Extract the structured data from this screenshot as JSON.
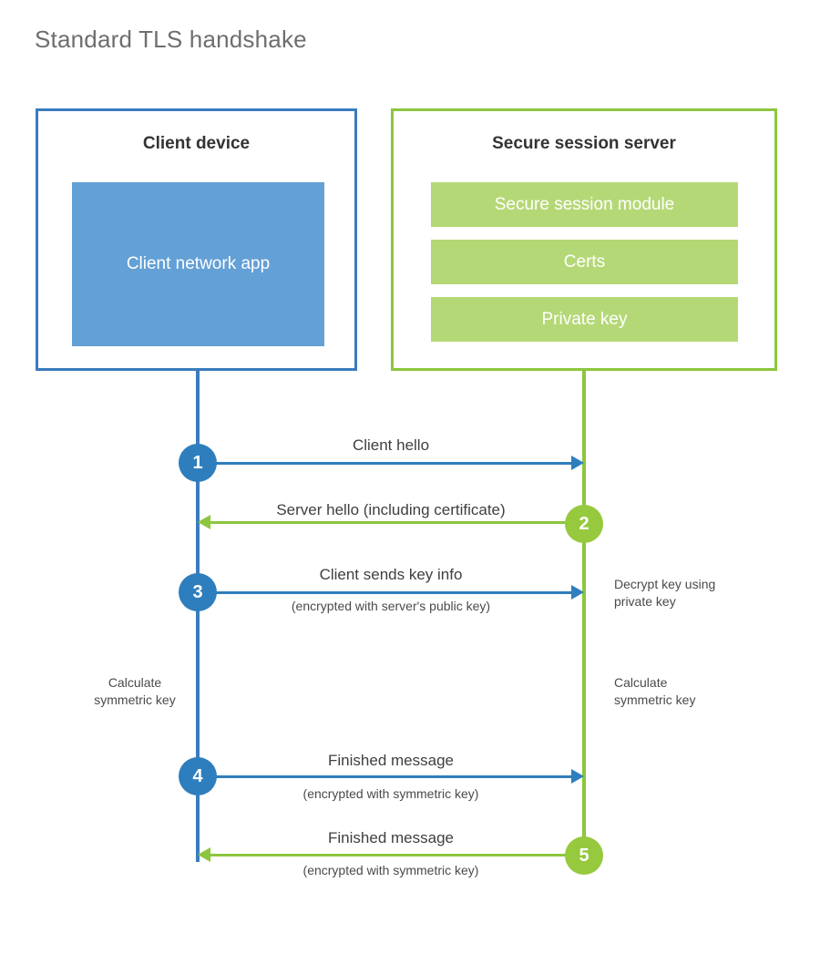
{
  "title": "Standard TLS handshake",
  "colors": {
    "client_border": "#3a7cbe",
    "client_fill": "#63a0d6",
    "client_accent": "#2e7ebd",
    "server_border": "#8cc63e",
    "server_fill": "#b5d877",
    "server_accent": "#96c93d",
    "title_text": "#6e6e6e",
    "body_text": "#3f3f3f",
    "background": "#ffffff"
  },
  "client": {
    "title": "Client device",
    "app_label": "Client network app"
  },
  "server": {
    "title": "Secure session server",
    "components": [
      {
        "label": "Secure session module"
      },
      {
        "label": "Certs"
      },
      {
        "label": "Private key"
      }
    ]
  },
  "steps": [
    {
      "number": "1",
      "label": "Client hello",
      "sublabel": "",
      "direction": "client-to-server",
      "side": "client"
    },
    {
      "number": "2",
      "label": "Server hello (including certificate)",
      "sublabel": "",
      "direction": "server-to-client",
      "side": "server"
    },
    {
      "number": "3",
      "label": "Client sends key info",
      "sublabel": "(encrypted with server's public key)",
      "direction": "client-to-server",
      "side": "client"
    },
    {
      "number": "4",
      "label": "Finished message",
      "sublabel": "(encrypted with symmetric key)",
      "direction": "client-to-server",
      "side": "client"
    },
    {
      "number": "5",
      "label": "Finished message",
      "sublabel": "(encrypted with symmetric key)",
      "direction": "server-to-client",
      "side": "server"
    }
  ],
  "notes": {
    "decrypt_key": "Decrypt key using\nprivate key",
    "client_calculate": "Calculate\nsymmetric key",
    "server_calculate": "Calculate\nsymmetric key"
  }
}
